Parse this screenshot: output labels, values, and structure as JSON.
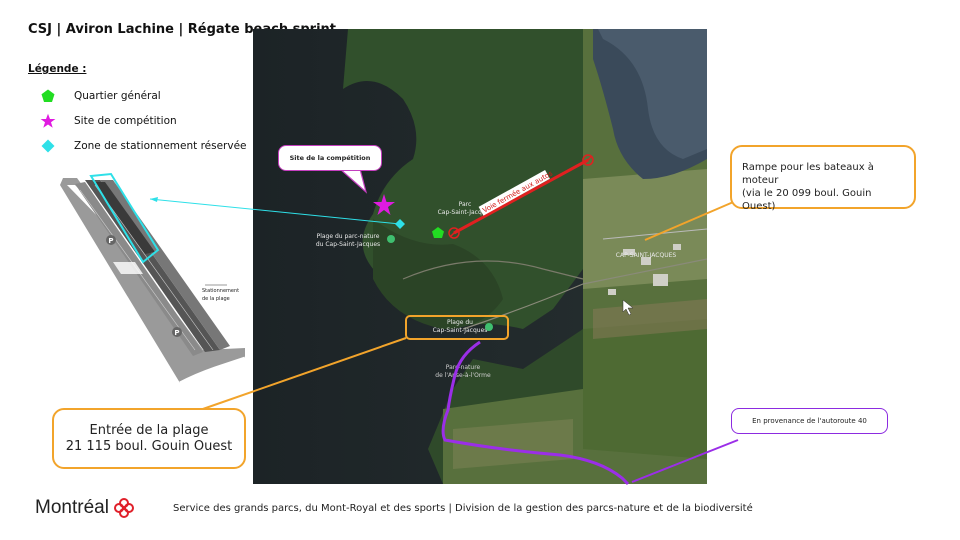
{
  "header": {
    "title": "CSJ | Aviron Lachine | Régate beach sprint"
  },
  "legend": {
    "title": "Légende :",
    "items": [
      {
        "label": "Quartier général",
        "symbol": "pentagon-icon",
        "color": "#22dd22"
      },
      {
        "label": "Site de compétition",
        "symbol": "star-icon",
        "color": "#e01be0"
      },
      {
        "label": "Zone de stationnement réservée",
        "symbol": "diamond-icon",
        "color": "#2ee0e8"
      }
    ]
  },
  "map": {
    "labels": {
      "road_closed": "Voie fermée aux autos",
      "park": "Parc\nCap-Saint-Jacques",
      "plage_parc": "Plage du parc-nature\ndu Cap-Saint-Jacques",
      "plage_cap": "Plage du\nCap-Saint-Jacques",
      "arboretum": "Parc-nature\nde l'Anse-à-l'Orme",
      "village": "CAP-SAINT-JACQUES"
    },
    "colors": {
      "road_closed": "#e02020",
      "route_40": "#9b2ee8",
      "callout_orange": "#f2a42b"
    }
  },
  "inset": {
    "parking_label": "Stationnement\nde la plage",
    "parking_sign": "P"
  },
  "callouts": {
    "competition_site": "Site de la compétition",
    "ramp": "Rampe pour les bateaux à moteur\n(via le 20 099 boul. Gouin Ouest)",
    "entrance_line1": "Entrée de la plage",
    "entrance_line2": "21 115 boul. Gouin Ouest",
    "route40": "En provenance de l'autoroute 40"
  },
  "footer": {
    "logo_text": "Montréal",
    "service_text": "Service des grands parcs, du Mont-Royal et des sports | Division de la gestion des parcs-nature et de la biodiversité"
  }
}
